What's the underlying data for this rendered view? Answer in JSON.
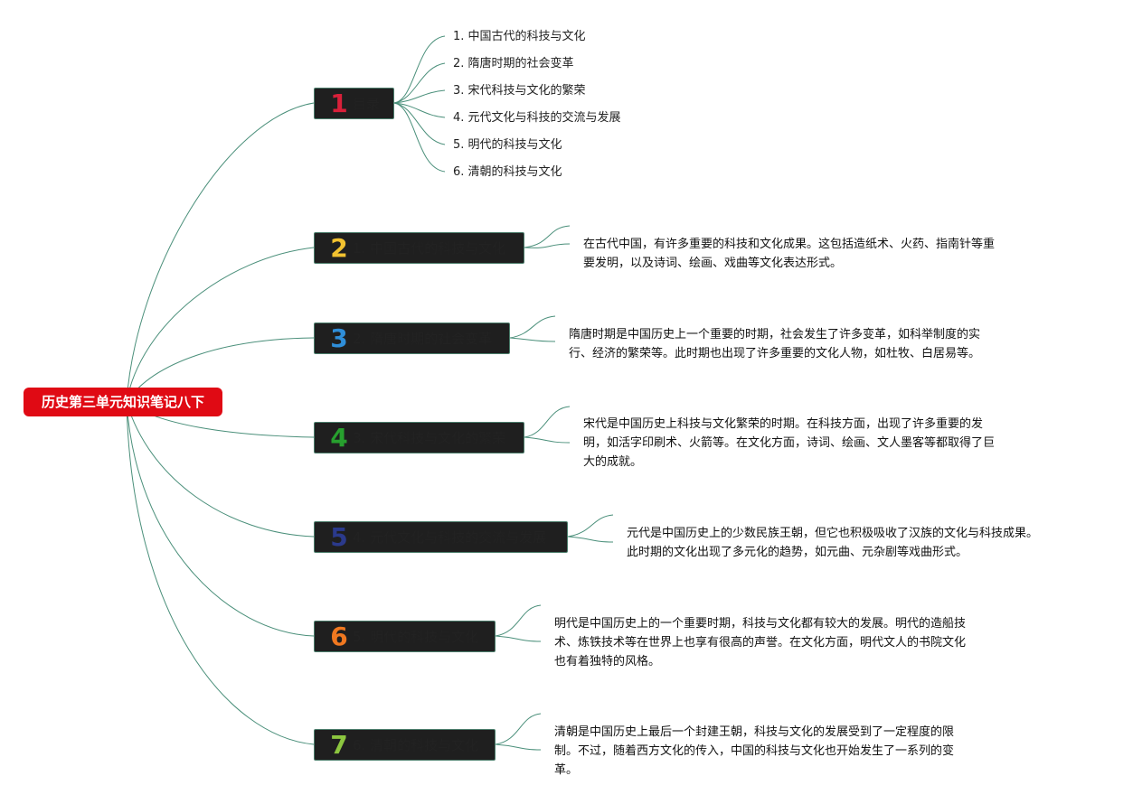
{
  "root": {
    "title": "历史第三单元知识笔记八下"
  },
  "branches": [
    {
      "number": "1",
      "color": "#d9203a",
      "label": "目录"
    },
    {
      "number": "2",
      "color": "#f2c230",
      "label": "1. 中国古代的科技与文化"
    },
    {
      "number": "3",
      "color": "#2f8ed8",
      "label": "2. 隋唐时期的社会变革"
    },
    {
      "number": "4",
      "color": "#27a02e",
      "label": "3. 宋代科技与文化的繁荣"
    },
    {
      "number": "5",
      "color": "#2b3a8c",
      "label": "4. 元代文化与科技的交流与发展"
    },
    {
      "number": "6",
      "color": "#f07820",
      "label": "5. 明代的科技与文化"
    },
    {
      "number": "7",
      "color": "#8cc63f",
      "label": "6. 清朝的科技与文化"
    }
  ],
  "toc": [
    "1. 中国古代的科技与文化",
    "2. 隋唐时期的社会变革",
    "3. 宋代科技与文化的繁荣",
    "4. 元代文化与科技的交流与发展",
    "5. 明代的科技与文化",
    "6. 清朝的科技与文化"
  ],
  "descriptions": [
    [
      "在古代中国，有许多重要的科技和文化成果。这包括造纸术、火药、指南针等重",
      "要发明，以及诗词、绘画、戏曲等文化表达形式。"
    ],
    [
      "隋唐时期是中国历史上一个重要的时期，社会发生了许多变革，如科举制度的实",
      "行、经济的繁荣等。此时期也出现了许多重要的文化人物，如杜牧、白居易等。"
    ],
    [
      "宋代是中国历史上科技与文化繁荣的时期。在科技方面，出现了许多重要的发",
      "明，如活字印刷术、火箭等。在文化方面，诗词、绘画、文人墨客等都取得了巨",
      "大的成就。"
    ],
    [
      "元代是中国历史上的少数民族王朝，但它也积极吸收了汉族的文化与科技成果。",
      "此时期的文化出现了多元化的趋势，如元曲、元杂剧等戏曲形式。"
    ],
    [
      "明代是中国历史上的一个重要时期，科技与文化都有较大的发展。明代的造船技",
      "术、炼铁技术等在世界上也享有很高的声誉。在文化方面，明代文人的书院文化",
      "也有着独特的风格。"
    ],
    [
      "清朝是中国历史上最后一个封建王朝，科技与文化的发展受到了一定程度的限",
      "制。不过，随着西方文化的传入，中国的科技与文化也开始发生了一系列的变",
      "革。"
    ]
  ],
  "colors": {
    "root": "#e00a14",
    "node": "#1f1f1f",
    "connector": "#4a8f7a"
  }
}
